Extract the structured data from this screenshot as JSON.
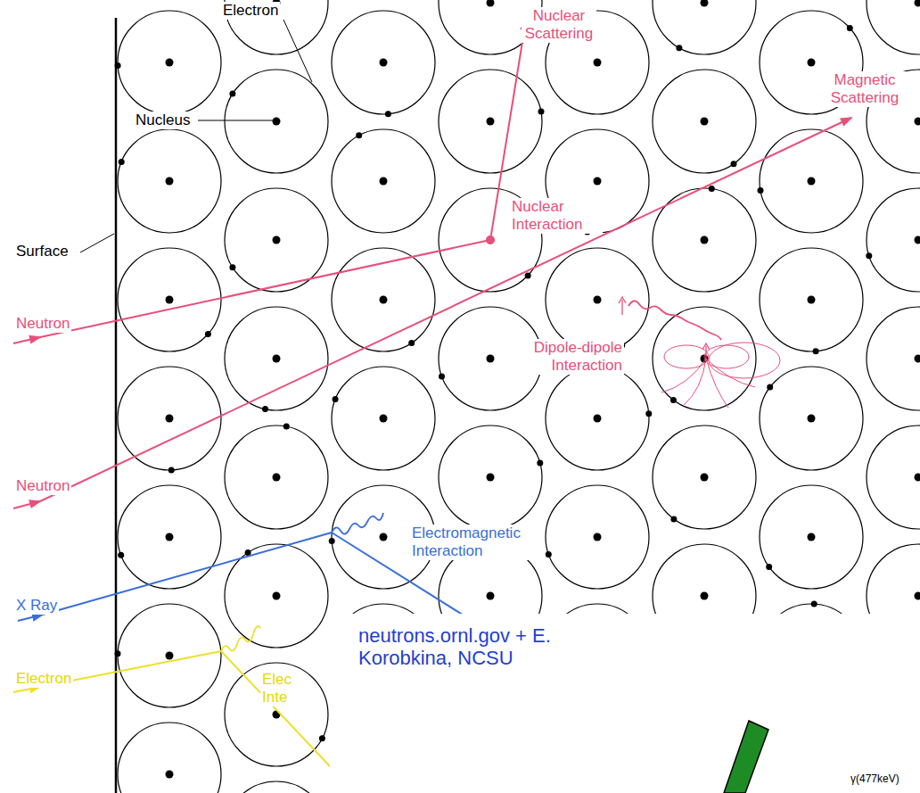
{
  "diagram": {
    "labels": [
      "Nuclear Scattering",
      "Magnetic Scattering",
      "Electron",
      "Nucleus",
      "Surface",
      "Nuclear Interaction",
      "Neutron",
      "Neutron",
      "Dipole-dipole Interaction",
      "Electromagnetic Interaction",
      "X Ray",
      "Electron",
      "Elec",
      "Inte",
      "neutrons.ornl.gov + E. Korobkina, NCSU",
      "γ(477keV)"
    ]
  }
}
